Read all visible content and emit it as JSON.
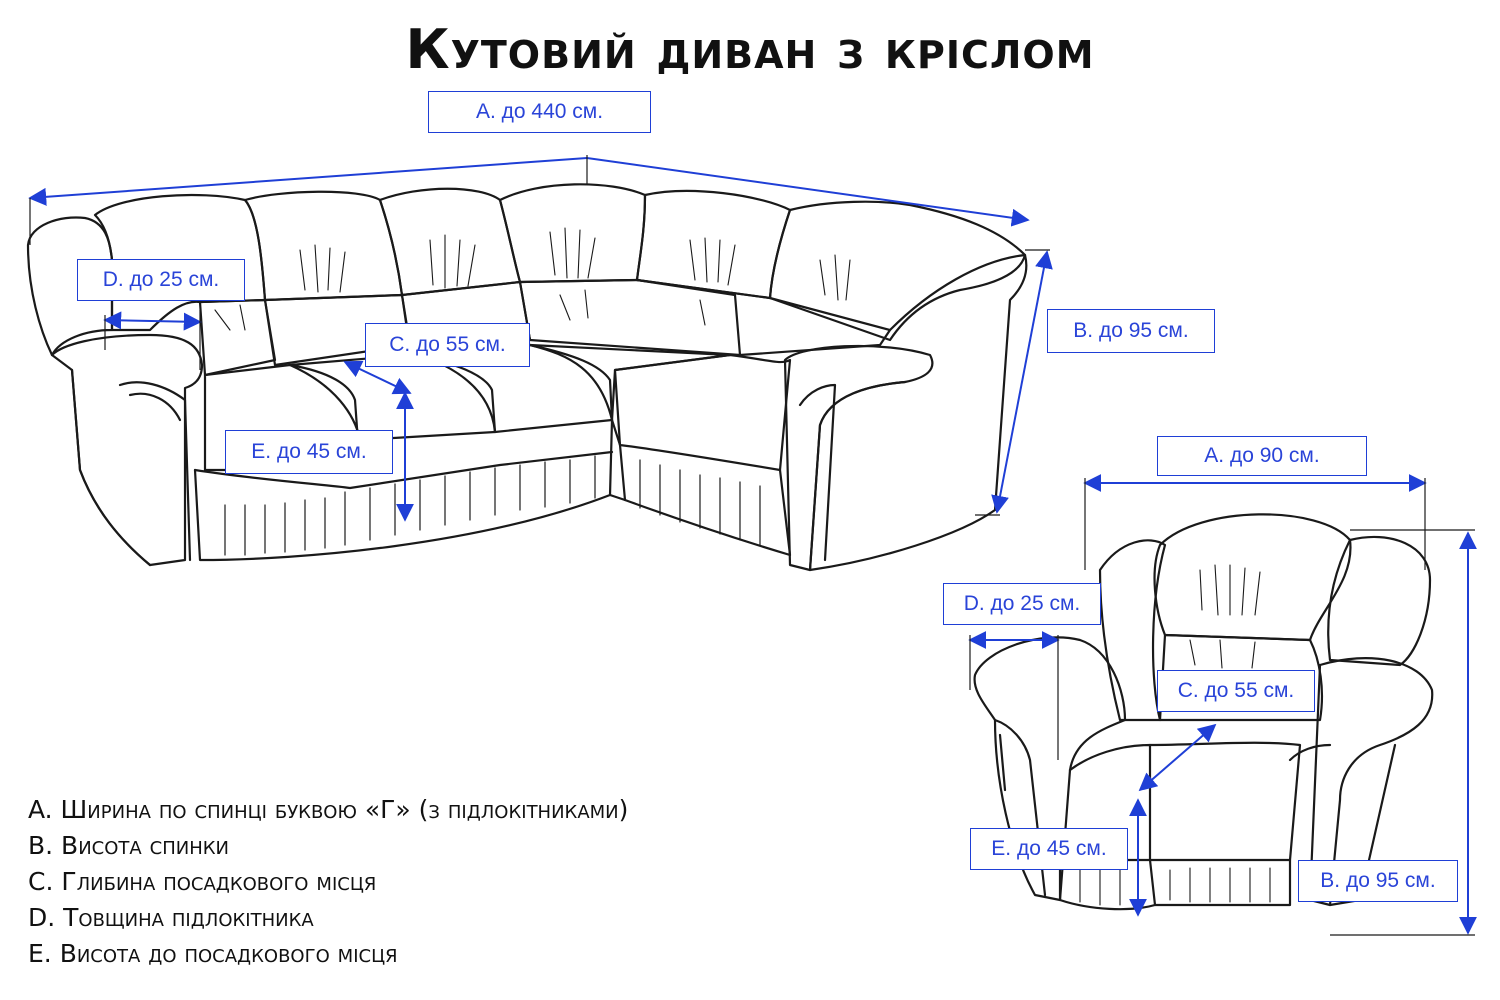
{
  "title": "Кутовий диван з кріслом",
  "sofa_labels": {
    "a": "A. до 440 см.",
    "b": "B. до 95 см.",
    "c": "C. до 55 см.",
    "d": "D. до 25 см.",
    "e": "E. до 45 см."
  },
  "armchair_labels": {
    "a": "A. до 90 см.",
    "b": "B. до 95 см.",
    "c": "C. до 55 см.",
    "d": "D. до 25 см.",
    "e": "E. до 45 см."
  },
  "legend": [
    "A. Ширина по спинці буквою «Г» (з підлокітниками)",
    "B. Висота спинки",
    "C. Глибина посадкового місця",
    "D. Товщина підлокітника",
    "E. Висота до посадкового місця"
  ],
  "colors": {
    "dimension": "#1f3fd6",
    "outline": "#1a1a1a"
  }
}
